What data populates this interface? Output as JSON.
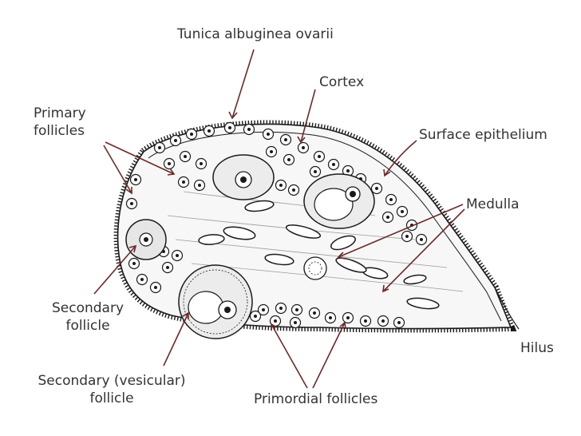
{
  "labels": {
    "tunica": "Tunica albuginea ovarii",
    "cortex": "Cortex",
    "primary_line1": "Primary",
    "primary_line2": "follicles",
    "surface": "Surface epithelium",
    "medulla": "Medulla",
    "secondary_line1": "Secondary",
    "secondary_line2": "follicle",
    "vesicular_line1": "Secondary (vesicular)",
    "vesicular_line2": "follicle",
    "hilus": "Hilus",
    "primordial": "Primordial follicles"
  },
  "colors": {
    "leader": "#6b2a2a",
    "outline": "#1a1a1a",
    "text": "#333333"
  }
}
